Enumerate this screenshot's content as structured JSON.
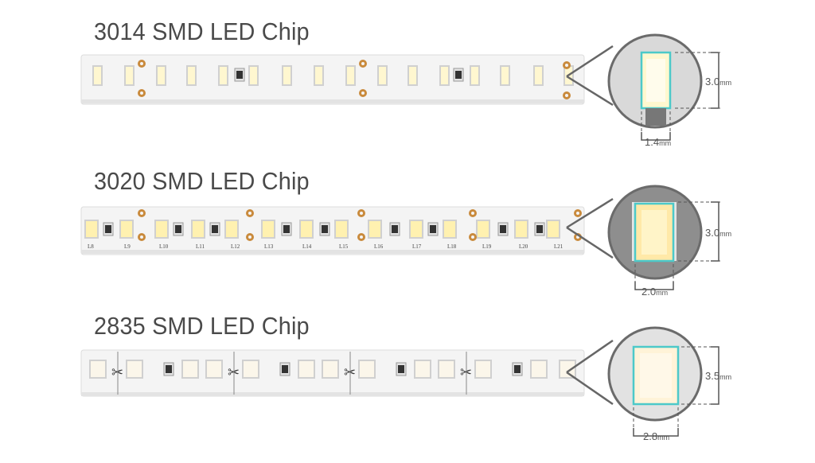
{
  "rows": [
    {
      "title": "3014 SMD LED Chip",
      "height": "3.0",
      "width": "1.4",
      "unit": "mm"
    },
    {
      "title": "3020 SMD LED Chip",
      "height": "3.0",
      "width": "2.0",
      "unit": "mm",
      "labels": [
        "L8",
        "L9",
        "L10",
        "L11",
        "L12",
        "L13",
        "L14",
        "L15",
        "L16",
        "L17",
        "L18",
        "L19",
        "L20",
        "L21"
      ]
    },
    {
      "title": "2835 SMD LED Chip",
      "height": "3.5",
      "width": "2.8",
      "unit": "mm"
    }
  ],
  "colors": {
    "led": "#fff6c4",
    "pad": "#c98a3c",
    "highlight": "#4cc9c9",
    "dimension": "#555555"
  }
}
